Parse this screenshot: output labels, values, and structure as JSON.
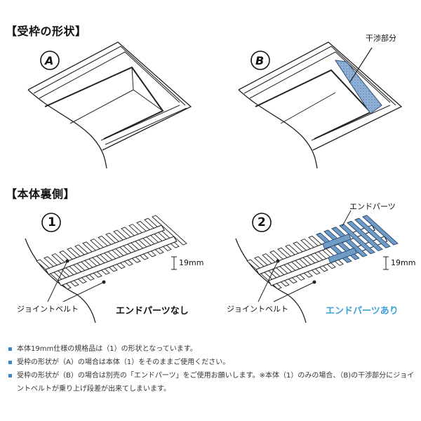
{
  "section1": {
    "title": "【受枠の形状】",
    "fig_a_label": "A",
    "fig_b_label": "B",
    "interference_label": "干渉部分"
  },
  "section2": {
    "title": "【本体裏側】",
    "fig1_label": "1",
    "fig2_label": "2",
    "dim_label_1": "19mm",
    "dim_label_2": "19mm",
    "joint_belt_label_1": "ジョイントベルト",
    "joint_belt_label_2": "ジョイントベルト",
    "end_parts_none": "エンドパーツなし",
    "end_parts_yes": "エンドパーツあり",
    "end_parts_callout": "エンドパーツ"
  },
  "notes": [
    "本体19mm仕様の規格品は（1）の形状となっています。",
    "受枠の形状が（A）の場合は本体（1）をそのままご使用ください。",
    "受枠の形状が（B）の場合は別売の「エンドパーツ」をご使用お願いします。※本体（1）のみの場合、（B)の干渉部分にジョイントベルトが乗り上げ段差が出来てしまいます。"
  ],
  "colors": {
    "accent_blue": "#3fa1d8",
    "end_parts_fill": "#6f9cc4",
    "bullet": "#3d86c6"
  }
}
